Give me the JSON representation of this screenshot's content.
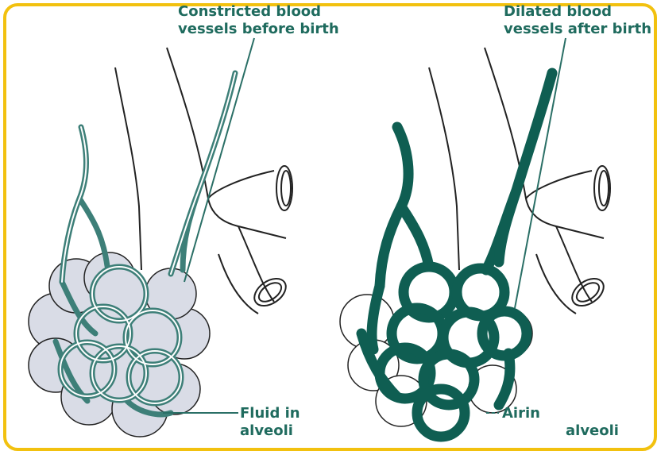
{
  "labels": {
    "constricted_line1": "Constricted blood",
    "constricted_line2": "vessels before birth",
    "dilated_line1": "Dilated blood",
    "dilated_line2": "vessels after birth",
    "fluid_line1": "Fluid in",
    "fluid_line2": "alveoli",
    "air_line1": "Airin",
    "air_line2": "alveoli"
  },
  "colors": {
    "frame_border": "#f2c10f",
    "label_text": "#1f6b5e",
    "vessel_teal": "#0f5e52",
    "vessel_thin": "#3d7f78",
    "fluid_fill": "#d9dce6",
    "outline": "#222222"
  }
}
